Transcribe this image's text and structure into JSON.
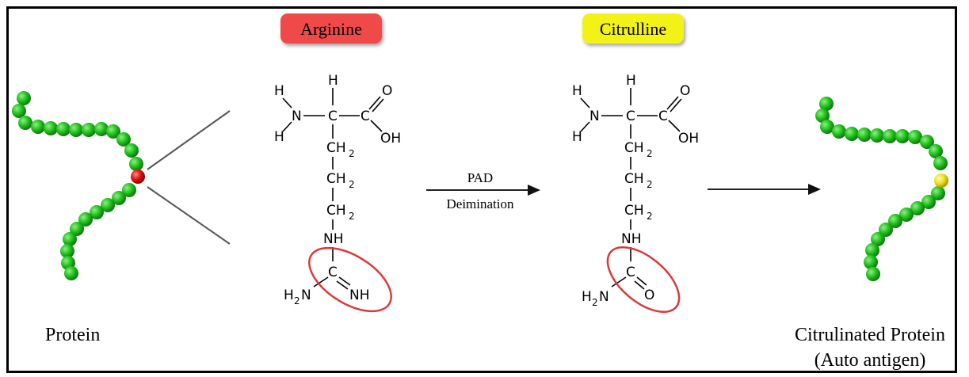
{
  "labels": {
    "protein": "Protein",
    "citrulinated_line1": "Citrulinated Protein",
    "citrulinated_line2": "(Auto antigen)"
  },
  "badges": {
    "arginine": {
      "text": "Arginine",
      "color": "#f04848"
    },
    "citrulline": {
      "text": "Citrulline",
      "color": "#f2f218"
    }
  },
  "reaction": {
    "enzyme": "PAD",
    "process": "Deimination"
  },
  "arginine": {
    "amine_h_top": "H",
    "amine_n": "N",
    "amine_h_bottom": "H",
    "alpha_h": "H",
    "alpha_c": "C",
    "carbonyl_c": "C",
    "carbonyl_o": "O",
    "hydroxyl": "OH",
    "ch2_1": "CH",
    "ch2_2": "CH",
    "ch2_3": "CH",
    "sub2": "2",
    "nh": "NH",
    "guan_c": "C",
    "guan_nh2": "H",
    "guan_nh2_n": "N",
    "guan_nh2_sub": "2",
    "guan_imine": "NH"
  },
  "citrulline": {
    "amine_h_top": "H",
    "amine_n": "N",
    "amine_h_bottom": "H",
    "alpha_h": "H",
    "alpha_c": "C",
    "carbonyl_c": "C",
    "carbonyl_o": "O",
    "hydroxyl": "OH",
    "ch2_1": "CH",
    "ch2_2": "CH",
    "ch2_3": "CH",
    "sub2": "2",
    "nh": "NH",
    "urea_c": "C",
    "urea_nh2": "H",
    "urea_nh2_n": "N",
    "urea_nh2_sub": "2",
    "urea_o": "O"
  },
  "colors": {
    "bead_green": "#22c11f",
    "bead_green_dark": "#0f7a10",
    "bead_red": "#e01010",
    "bead_yellow": "#f0e020",
    "highlight_ring": "#d83a3a"
  }
}
